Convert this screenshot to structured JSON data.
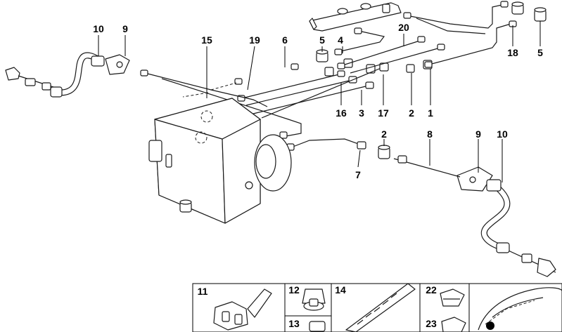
{
  "diagram": {
    "callouts": {
      "c1": "1",
      "c2a": "2",
      "c2b": "2",
      "c3": "3",
      "c4": "4",
      "c5a": "5",
      "c5b": "5",
      "c6": "6",
      "c7": "7",
      "c8": "8",
      "c9a": "9",
      "c9b": "9",
      "c10a": "10",
      "c10b": "10",
      "c15": "15",
      "c16": "16",
      "c17": "17",
      "c18": "18",
      "c19": "19",
      "c20": "20"
    },
    "panels": {
      "p11": "11",
      "p12": "12",
      "p13": "13",
      "p14": "14",
      "p22": "22",
      "p23": "23"
    }
  }
}
